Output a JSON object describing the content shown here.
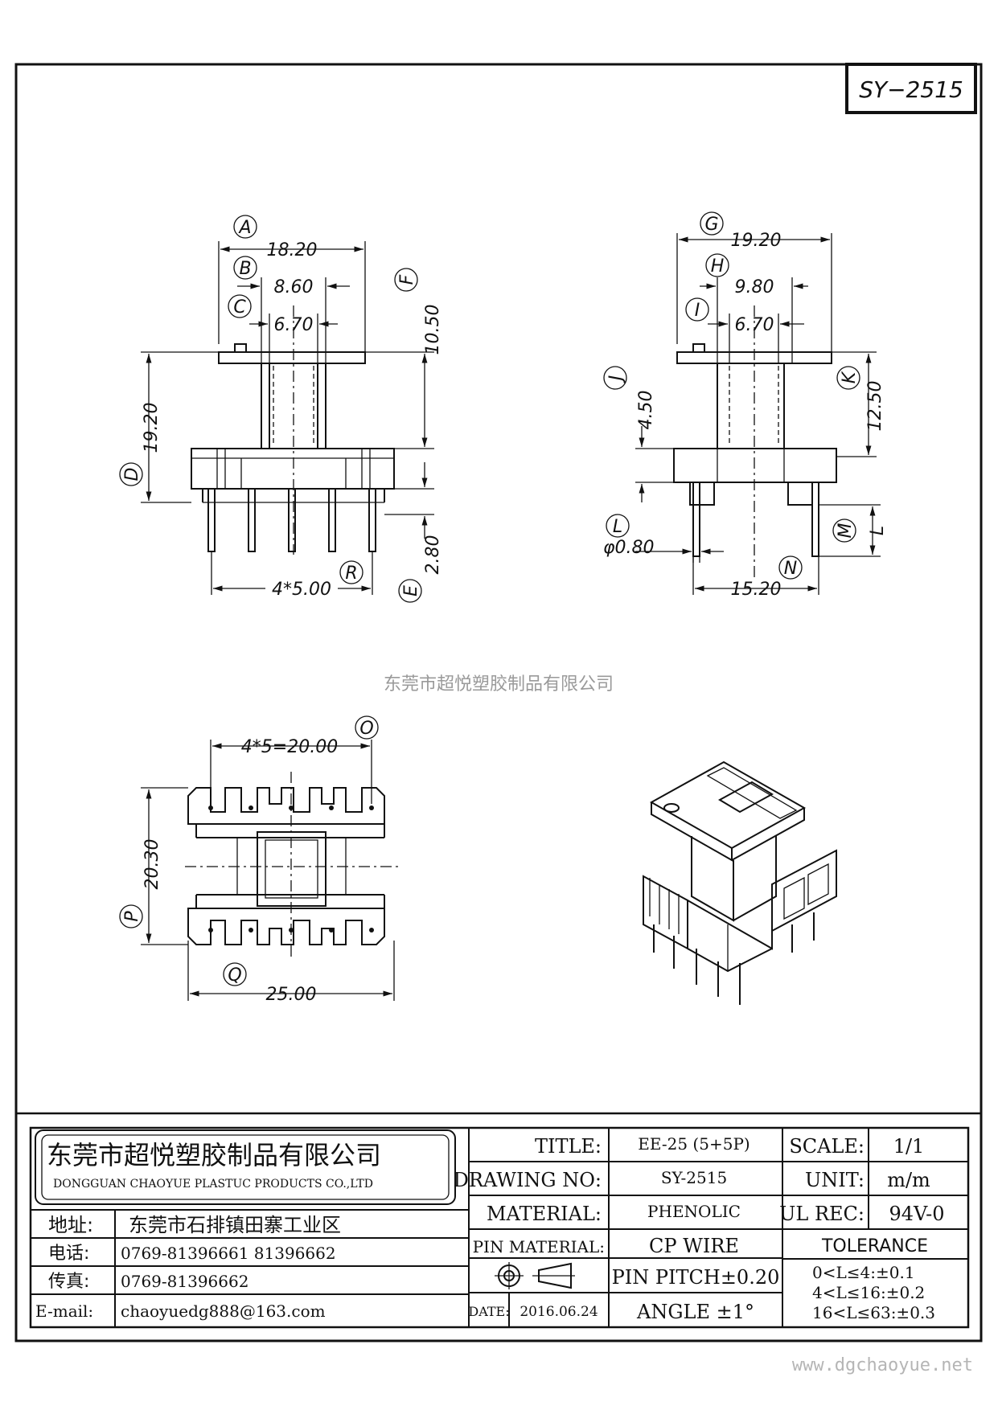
{
  "part_no": "SY−2515",
  "watermark": "东莞市超悦塑胶制品有限公司",
  "website": "www.dgchaoyue.net",
  "front_view": {
    "A_label": "A",
    "A_value": "18.20",
    "B_label": "B",
    "B_value": "8.60",
    "C_label": "C",
    "C_value": "6.70",
    "F_label": "F",
    "F_value": "10.50",
    "D_label": "D",
    "D_value": "19.20",
    "E_label": "E",
    "E_value": "2.80",
    "R_label": "R",
    "R_value": "4*5.00"
  },
  "side_view": {
    "G_label": "G",
    "G_value": "19.20",
    "H_label": "H",
    "H_value": "9.80",
    "I_label": "I",
    "I_value": "6.70",
    "J_label": "J",
    "J_value": "4.50",
    "K_label": "K",
    "K_value": "12.50",
    "L_label": "L",
    "L_value": "φ0.80",
    "M_label": "M",
    "M_value": "L",
    "N_label": "N",
    "N_value": "15.20"
  },
  "bottom_view": {
    "O_label": "O",
    "O_value": "4*5=20.00",
    "P_label": "P",
    "P_value": "20.30",
    "Q_label": "Q",
    "Q_value": "25.00"
  },
  "title_block": {
    "company_cn": "东莞市超悦塑胶制品有限公司",
    "company_en": "DONGGUAN CHAOYUE PLASTUC PRODUCTS CO.,LTD",
    "address_label": "地址:",
    "address_value": "东莞市石排镇田寨工业区",
    "phone_label": "电话:",
    "phone_value": "0769-81396661  81396662",
    "fax_label": "传真:",
    "fax_value": "0769-81396662",
    "email_label": "E-mail:",
    "email_value": "chaoyuedg888@163.com",
    "title_label": "TITLE:",
    "title_value": "EE-25 (5+5P)",
    "drawing_no_label": "DRAWING NO:",
    "drawing_no_value": "SY-2515",
    "material_label": "MATERIAL:",
    "material_value": "PHENOLIC",
    "pin_material_label": "PIN MATERIAL:",
    "pin_material_value": "CP WIRE",
    "pin_pitch": "PIN PITCH±0.20",
    "date_label": "DATE:",
    "date_value": "2016.06.24",
    "angle": "ANGLE  ±1°",
    "scale_label": "SCALE:",
    "scale_value": "1/1",
    "unit_label": "UNIT:",
    "unit_value": "m/m",
    "ul_rec_label": "UL REC:",
    "ul_rec_value": "94V-0",
    "tolerance_label": "TOLERANCE",
    "tolerance_1": "0<L≤4:±0.1",
    "tolerance_2": "4<L≤16:±0.2",
    "tolerance_3": "16<L≤63:±0.3"
  }
}
